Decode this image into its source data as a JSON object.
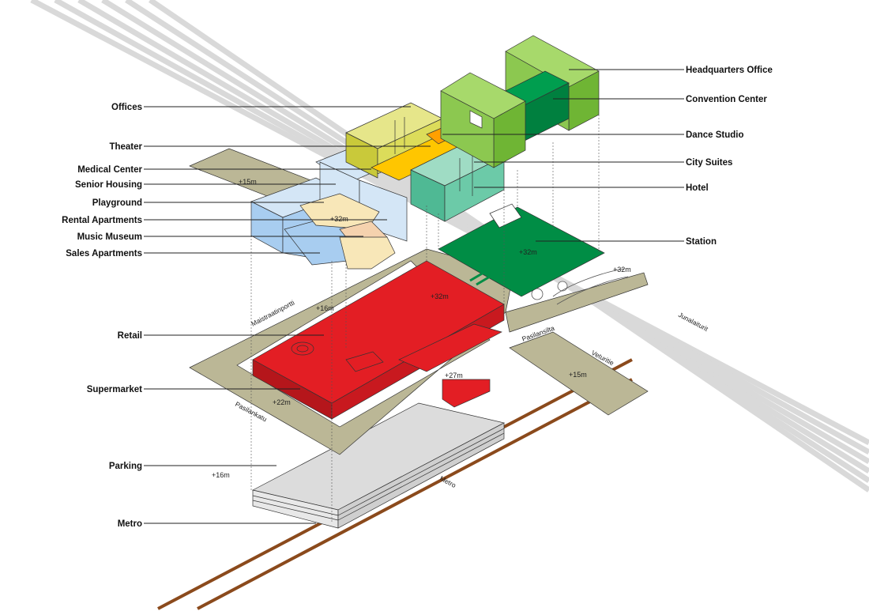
{
  "labels_left": {
    "offices": "Offices",
    "theater": "Theater",
    "medical_center": "Medical Center",
    "senior_housing": "Senior Housing",
    "playground": "Playground",
    "rental_apartments": "Rental Apartments",
    "music_museum": "Music Museum",
    "sales_apartments": "Sales Apartments",
    "retail": "Retail",
    "supermarket": "Supermarket",
    "parking": "Parking",
    "metro": "Metro"
  },
  "labels_right": {
    "headquarters_office": "Headquarters Office",
    "convention_center": "Convention Center",
    "dance_studio": "Dance Studio",
    "city_suites": "City Suites",
    "hotel": "Hotel",
    "station": "Station"
  },
  "elevations": {
    "e15_top": "+15m",
    "e32_housing": "+32m",
    "e32_station": "+32m",
    "e32_bridge": "+32m",
    "e32_retail": "+32m",
    "e16_deck": "+16m",
    "e27": "+27m",
    "e22": "+22m",
    "e15_right": "+15m",
    "e16_parking": "+16m"
  },
  "streets": {
    "maistraatinportti": "Maistraatinportti",
    "pasilansilta": "Pasilansilta",
    "pasilankatu": "Pasilankatu",
    "veturitie": "Veturitie",
    "junalaiturit": "Junalaiturit",
    "metro_track": "Metro"
  },
  "colors": {
    "rail": "#d9d9d9",
    "deck": "#bbb796",
    "retail": "#e31e24",
    "retail_dark": "#b5161b",
    "parking": "#dcdcdc",
    "metro": "#8b4a1c",
    "metro_orange": "#f07f1e",
    "station": "#008d45",
    "offices": "#dcdc5a",
    "theater": "#ffc600",
    "green_light": "#8cc850",
    "green_mid": "#009e4f",
    "hotel": "#6ccaa8",
    "housing_blue": "#a8cdf0",
    "housing_light": "#d4e6f6",
    "playground": "#f8e7b8",
    "museum": "#f5d2ae"
  }
}
